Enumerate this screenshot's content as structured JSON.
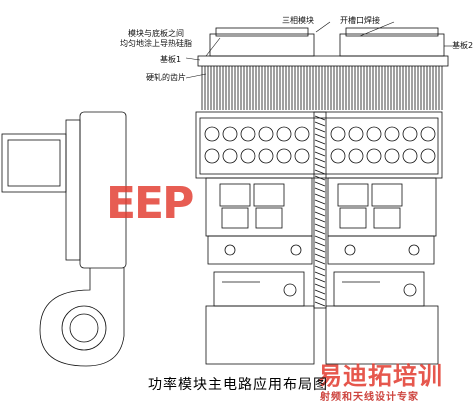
{
  "labels": {
    "three_phase_module": "三相模块",
    "slot_seal": "开槽口焊接",
    "module_substrate_note_1": "模块与底板之间",
    "module_substrate_note_2": "均匀地涂上导热硅脂",
    "substrate_1": "基板1",
    "substrate_2": "基板2",
    "fin_note": "硬轧的齿片"
  },
  "caption": "功率模块主电路应用布局图",
  "watermarks": {
    "logo": "EEP",
    "site_1": "易迪拓培训",
    "site_2": "射频和天线设计专家"
  },
  "colors": {
    "line": "#111111",
    "watermark": "#e23a2e"
  }
}
